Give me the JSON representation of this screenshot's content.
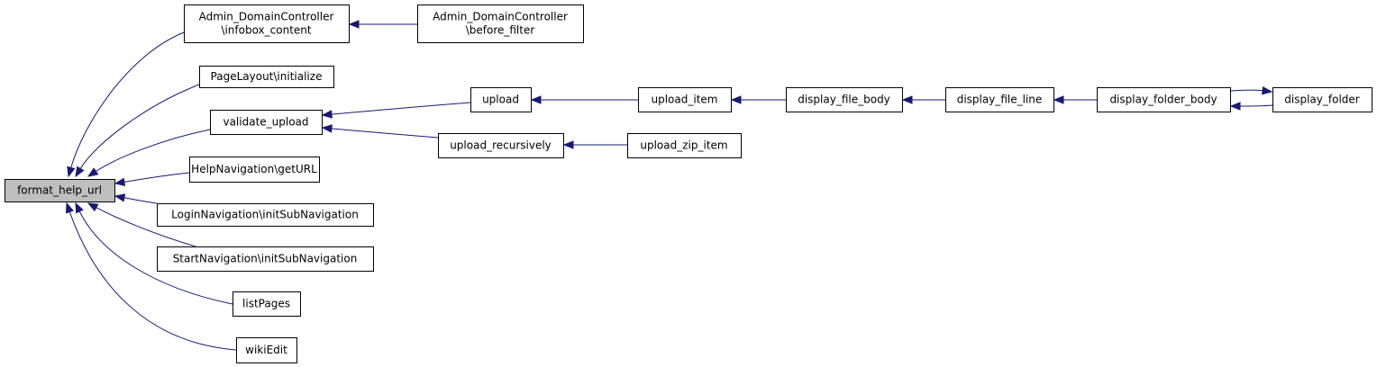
{
  "diagram": {
    "colors": {
      "edge": "#191970",
      "root_fill": "#bfbfbf",
      "node_fill": "#ffffff",
      "border": "#000000"
    },
    "nodes": [
      {
        "id": "format_help_url",
        "lines": [
          "format_help_url"
        ],
        "root": true
      },
      {
        "id": "admin_infobox",
        "lines": [
          "Admin_DomainController",
          "\\infobox_content"
        ]
      },
      {
        "id": "admin_before",
        "lines": [
          "Admin_DomainController",
          "\\before_filter"
        ]
      },
      {
        "id": "pagelayout",
        "lines": [
          "PageLayout\\initialize"
        ]
      },
      {
        "id": "validate_upload",
        "lines": [
          "validate_upload"
        ]
      },
      {
        "id": "upload",
        "lines": [
          "upload"
        ]
      },
      {
        "id": "upload_item",
        "lines": [
          "upload_item"
        ]
      },
      {
        "id": "display_file_body",
        "lines": [
          "display_file_body"
        ]
      },
      {
        "id": "display_file_line",
        "lines": [
          "display_file_line"
        ]
      },
      {
        "id": "display_folder_body",
        "lines": [
          "display_folder_body"
        ]
      },
      {
        "id": "display_folder",
        "lines": [
          "display_folder"
        ]
      },
      {
        "id": "upload_recursively",
        "lines": [
          "upload_recursively"
        ]
      },
      {
        "id": "upload_zip_item",
        "lines": [
          "upload_zip_item"
        ]
      },
      {
        "id": "helpnav",
        "lines": [
          "HelpNavigation\\getURL"
        ]
      },
      {
        "id": "loginnav",
        "lines": [
          "LoginNavigation\\initSubNavigation"
        ]
      },
      {
        "id": "startnav",
        "lines": [
          "StartNavigation\\initSubNavigation"
        ]
      },
      {
        "id": "listpages",
        "lines": [
          "listPages"
        ]
      },
      {
        "id": "wikiedit",
        "lines": [
          "wikiEdit"
        ]
      }
    ],
    "edges": [
      {
        "from": "admin_infobox",
        "to": "format_help_url"
      },
      {
        "from": "pagelayout",
        "to": "format_help_url"
      },
      {
        "from": "validate_upload",
        "to": "format_help_url"
      },
      {
        "from": "helpnav",
        "to": "format_help_url"
      },
      {
        "from": "loginnav",
        "to": "format_help_url"
      },
      {
        "from": "startnav",
        "to": "format_help_url"
      },
      {
        "from": "listpages",
        "to": "format_help_url"
      },
      {
        "from": "wikiedit",
        "to": "format_help_url"
      },
      {
        "from": "admin_before",
        "to": "admin_infobox"
      },
      {
        "from": "upload",
        "to": "validate_upload"
      },
      {
        "from": "upload_recursively",
        "to": "validate_upload"
      },
      {
        "from": "upload_item",
        "to": "upload"
      },
      {
        "from": "upload_zip_item",
        "to": "upload_recursively"
      },
      {
        "from": "display_file_body",
        "to": "upload_item"
      },
      {
        "from": "display_file_line",
        "to": "display_file_body"
      },
      {
        "from": "display_folder_body",
        "to": "display_file_line"
      },
      {
        "from": "display_folder",
        "to": "display_folder_body"
      },
      {
        "from": "display_folder_body",
        "to": "display_folder"
      }
    ]
  }
}
